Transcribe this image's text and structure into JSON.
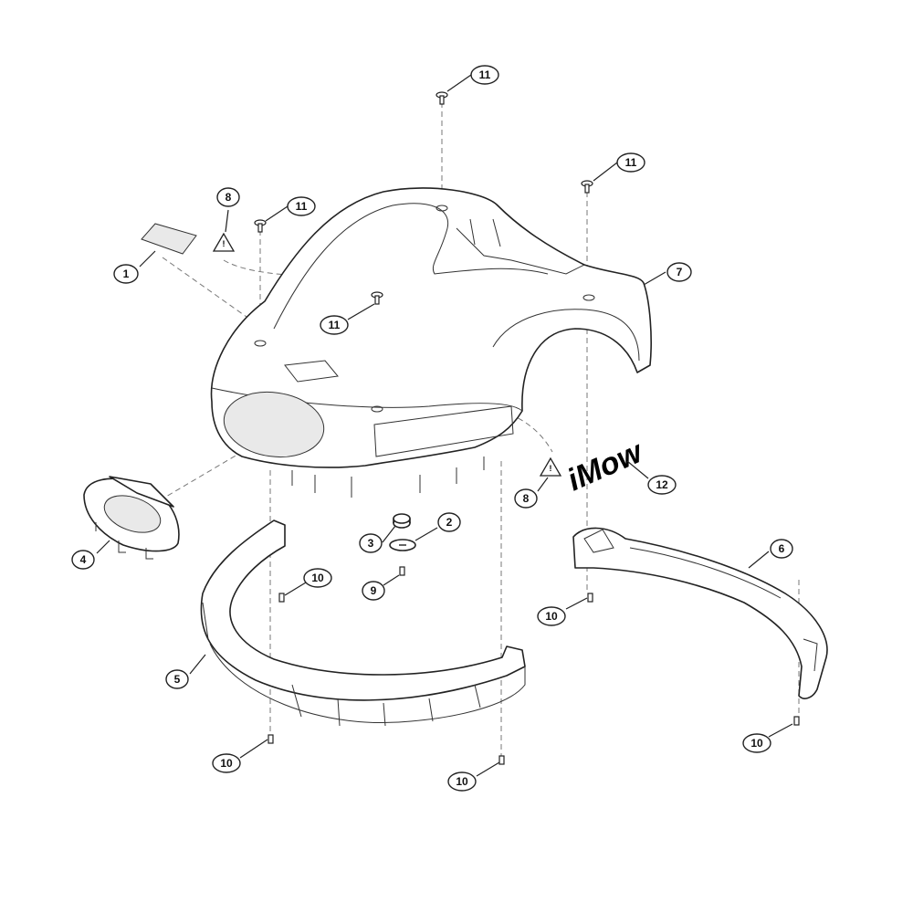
{
  "diagram": {
    "logo_text": "iMow",
    "callouts": [
      {
        "id": "c1",
        "label": "1"
      },
      {
        "id": "c2",
        "label": "2"
      },
      {
        "id": "c3",
        "label": "3"
      },
      {
        "id": "c4",
        "label": "4"
      },
      {
        "id": "c5",
        "label": "5"
      },
      {
        "id": "c6",
        "label": "6"
      },
      {
        "id": "c7",
        "label": "7"
      },
      {
        "id": "c8a",
        "label": "8"
      },
      {
        "id": "c8b",
        "label": "8"
      },
      {
        "id": "c9",
        "label": "9"
      },
      {
        "id": "c10a",
        "label": "10"
      },
      {
        "id": "c10b",
        "label": "10"
      },
      {
        "id": "c10c",
        "label": "10"
      },
      {
        "id": "c10d",
        "label": "10"
      },
      {
        "id": "c10e",
        "label": "10"
      },
      {
        "id": "c11a",
        "label": "11"
      },
      {
        "id": "c11b",
        "label": "11"
      },
      {
        "id": "c11c",
        "label": "11"
      },
      {
        "id": "c11d",
        "label": "11"
      },
      {
        "id": "c12",
        "label": "12"
      }
    ]
  }
}
